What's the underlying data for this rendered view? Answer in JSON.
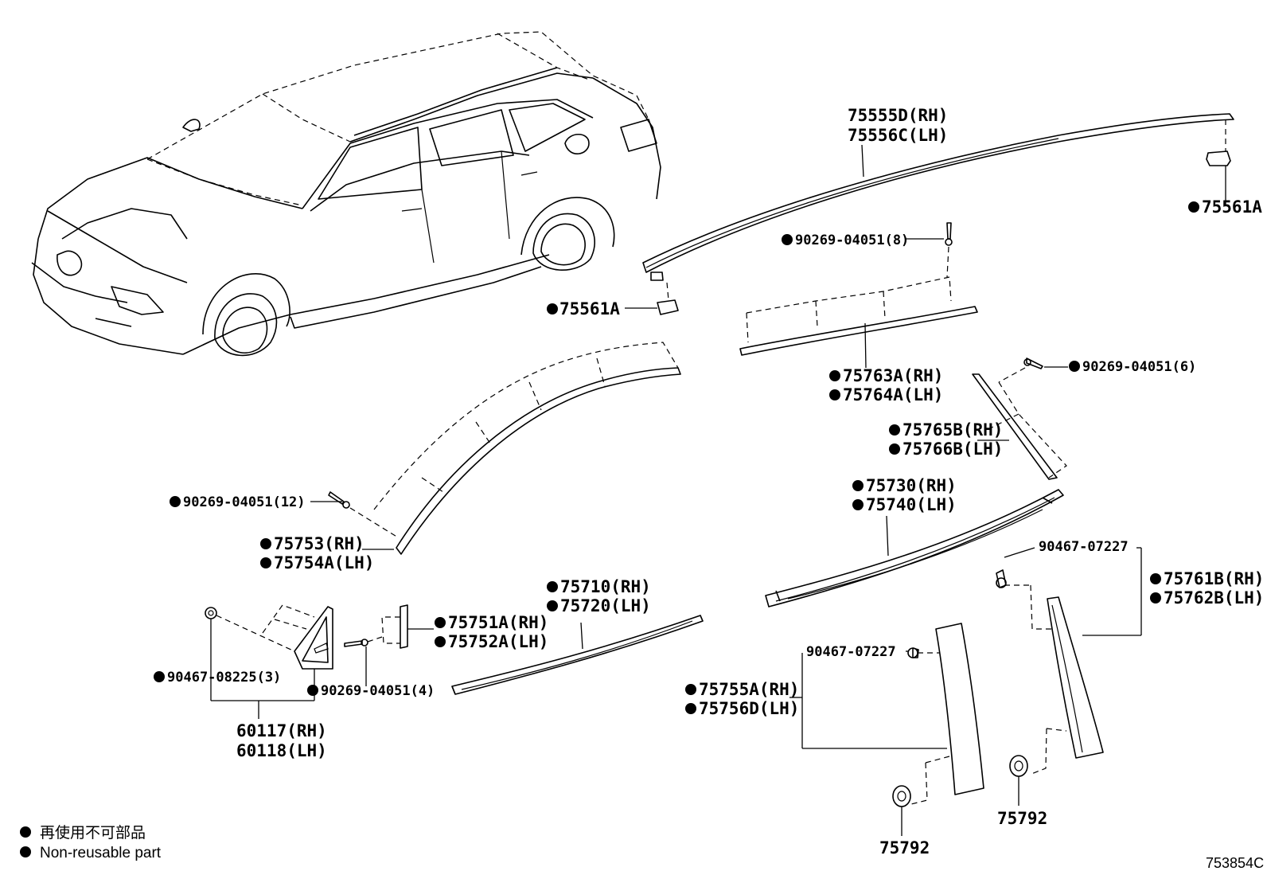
{
  "labels": {
    "p75555d": "75555D(RH)",
    "p75556c": "75556C(LH)",
    "p75561a_right": "75561A",
    "p75561a_left": "75561A",
    "p90269_8": "90269-04051(8)",
    "p75763a": "75763A(RH)",
    "p75764a": "75764A(LH)",
    "p90269_6": "90269-04051(6)",
    "p75765b": "75765B(RH)",
    "p75766b": "75766B(LH)",
    "p75730": "75730(RH)",
    "p75740": "75740(LH)",
    "p90269_12": "90269-04051(12)",
    "p75753": "75753(RH)",
    "p75754a": "75754A(LH)",
    "p75710": "75710(RH)",
    "p75720": "75720(LH)",
    "p75751a": "75751A(RH)",
    "p75752a": "75752A(LH)",
    "p90269_4": "90269-04051(4)",
    "p90467_08225": "90467-08225(3)",
    "p60117": "60117(RH)",
    "p60118": "60118(LH)",
    "p90467_07227_upper": "90467-07227",
    "p90467_07227_lower": "90467-07227",
    "p75761b": "75761B(RH)",
    "p75762b": "75762B(LH)",
    "p75755a": "75755A(RH)",
    "p75756d": "75756D(LH)",
    "p75792_left": "75792",
    "p75792_right": "75792"
  },
  "legend": {
    "jp": "再使用不可部品",
    "en": "Non-reusable part"
  },
  "diagram_code": "753854C"
}
